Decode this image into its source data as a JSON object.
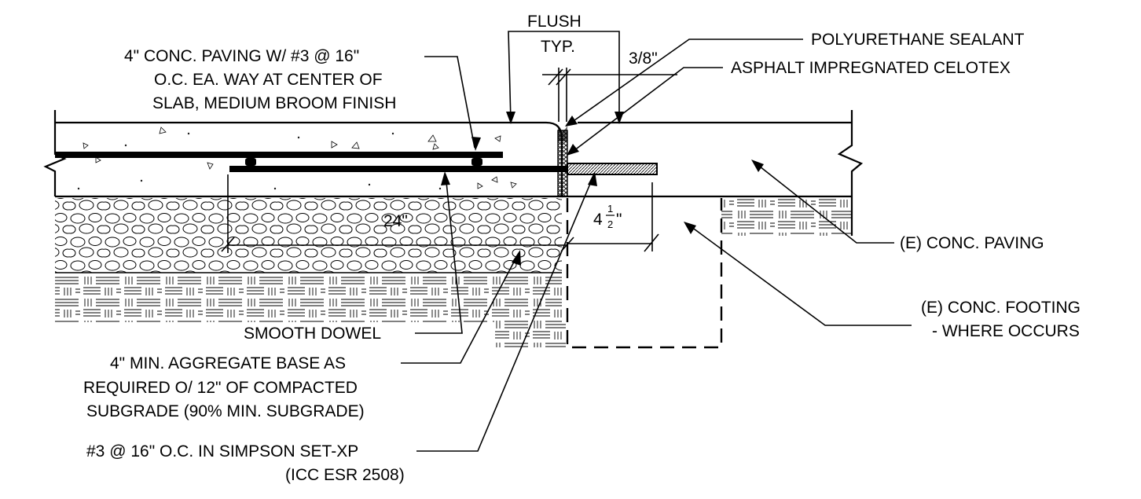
{
  "labels": {
    "flush": "FLUSH",
    "typ": "TYP.",
    "three_eighths": "3/8\"",
    "sealant": "POLYURETHANE  SEALANT",
    "celotex": "ASPHALT IMPREGNATED  CELOTEX",
    "paving_line1": "4\" CONC. PAVING W/ #3 @ 16\"",
    "paving_line2": "O.C. EA. WAY AT CENTER OF",
    "paving_line3": "SLAB, MEDIUM BROOM FINISH",
    "dim_24": "24\"",
    "dim_4": "4",
    "dim_half_num": "1",
    "dim_half_den": "2",
    "dim_inch": "\"",
    "existing_paving": "(E) CONC. PAVING",
    "footing_line1": "(E) CONC. FOOTING",
    "footing_line2": "- WHERE OCCURS",
    "smooth_dowel": "SMOOTH DOWEL",
    "base_line1": "4\" MIN. AGGREGATE BASE AS",
    "base_line2": "REQUIRED O/ 12\" OF COMPACTED",
    "base_line3": "SUBGRADE (90% MIN. SUBGRADE)",
    "rebar_line1": "#3 @ 16\" O.C. IN SIMPSON SET-XP",
    "rebar_line2": "(ICC ESR 2508)"
  }
}
